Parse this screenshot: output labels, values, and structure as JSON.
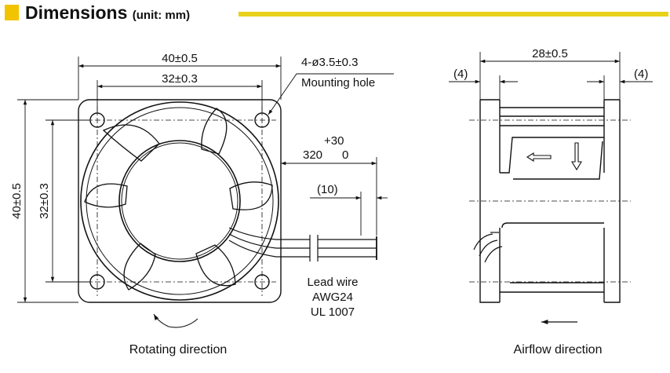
{
  "header": {
    "title": "Dimensions",
    "unit": "(unit: mm)",
    "marker_color": "#f2c400",
    "rule_color": "#e8d21a"
  },
  "front_view": {
    "overall_width": "40±0.5",
    "hole_pitch_width": "32±0.3",
    "overall_height": "40±0.5",
    "hole_pitch_height": "32±0.3",
    "hole_spec": "4-ø3.5±0.3",
    "hole_label": "Mounting hole",
    "lead_length_tol_plus": "+30",
    "lead_length": "320",
    "lead_length_tol_minus": "0",
    "strip_length": "(10)",
    "lead_wire_lines": [
      "Lead wire",
      "AWG24",
      "UL 1007"
    ],
    "caption": "Rotating direction"
  },
  "side_view": {
    "depth": "28±0.5",
    "left_offset": "(4)",
    "right_offset": "(4)",
    "caption": "Airflow direction"
  }
}
